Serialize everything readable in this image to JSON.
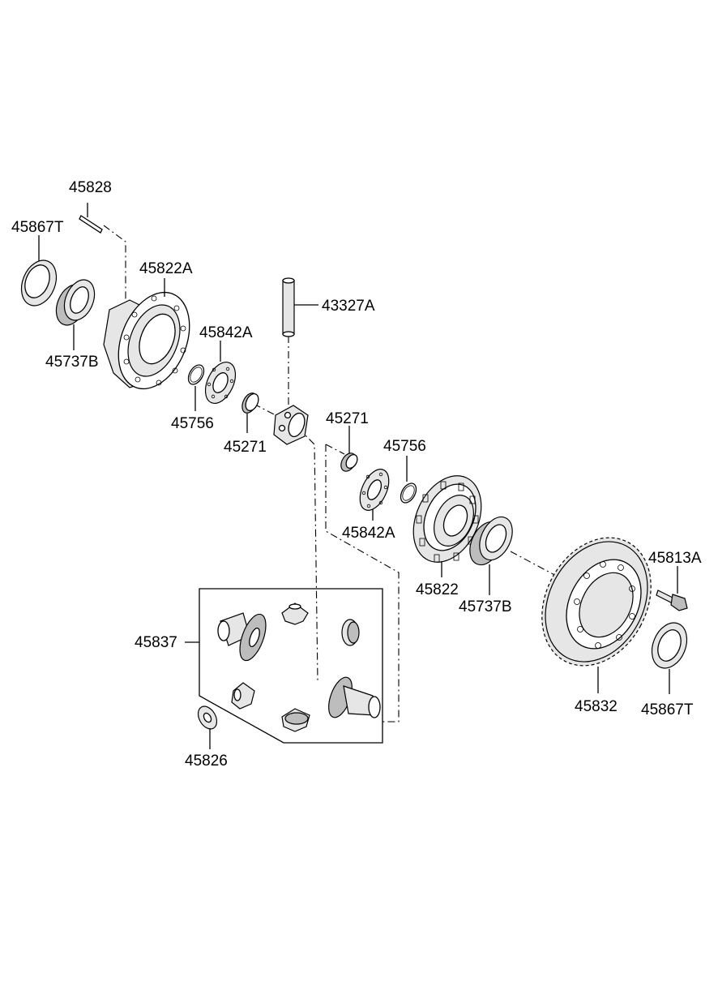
{
  "labels": {
    "p45828": "45828",
    "p45867T_left": "45867T",
    "p45822A": "45822A",
    "p45737B_left": "45737B",
    "p43327A": "43327A",
    "p45842A_upper": "45842A",
    "p45756_left": "45756",
    "p45271_left": "45271",
    "p45271_right": "45271",
    "p45756_right": "45756",
    "p45842A_lower": "45842A",
    "p45822": "45822",
    "p45737B_right": "45737B",
    "p45813A": "45813A",
    "p45837": "45837",
    "p45832": "45832",
    "p45867T_right": "45867T",
    "p45826": "45826"
  }
}
